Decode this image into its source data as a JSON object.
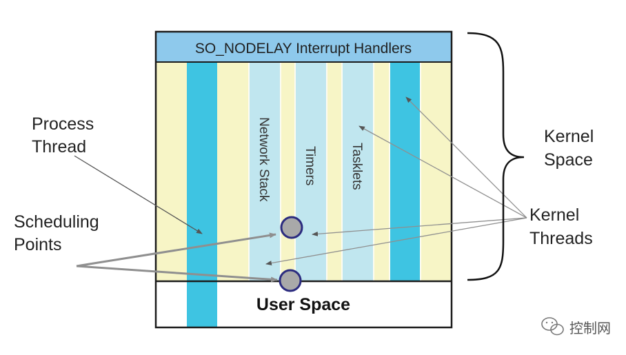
{
  "header": {
    "title": "SO_NODELAY Interrupt Handlers"
  },
  "columns": {
    "network_stack": "Network Stack",
    "timers": "Timers",
    "tasklets": "Tasklets"
  },
  "user_space": "User Space",
  "labels": {
    "process_thread": [
      "Process",
      "Thread"
    ],
    "scheduling_points": [
      "Scheduling",
      "Points"
    ],
    "kernel_space": [
      "Kernel",
      "Space"
    ],
    "kernel_threads": [
      "Kernel",
      "Threads"
    ]
  },
  "watermark": "控制网",
  "colors": {
    "header_fill": "#8ec9ec",
    "cream": "#f7f5c6",
    "light_blue": "#c0e6ef",
    "bright_blue": "#3ec4e2",
    "circle_fill": "#a9a9a9",
    "circle_stroke": "#2b2b7f",
    "arrow": "#8f8f8f"
  }
}
